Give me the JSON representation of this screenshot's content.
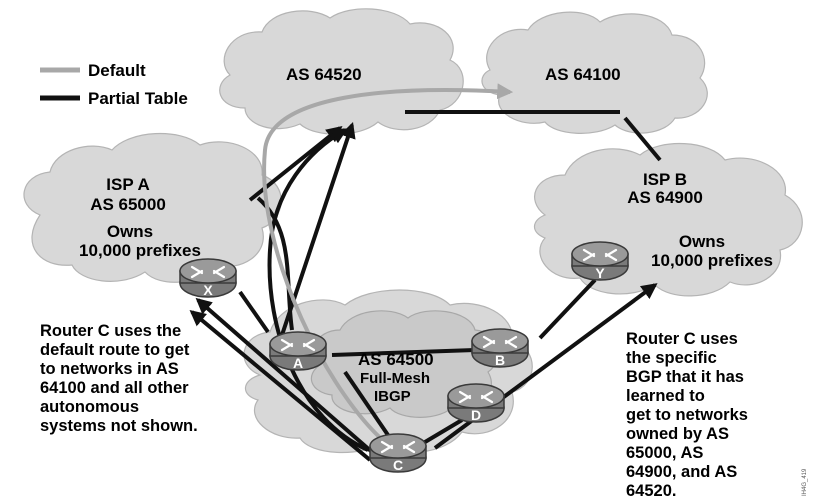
{
  "legend": {
    "default_label": "Default",
    "partial_label": "Partial Table",
    "default_color": "#a8a8a8",
    "partial_color": "#111111"
  },
  "clouds": {
    "as64520": "AS 64520",
    "as64100": "AS 64100",
    "ispa_title": "ISP A",
    "ispa_as": "AS 65000",
    "ispa_owns": "Owns",
    "ispa_prefixes": "10,000 prefixes",
    "ispb_title": "ISP B",
    "ispb_as": "AS 64900",
    "ispb_owns": "Owns",
    "ispb_prefixes": "10,000 prefixes",
    "as64500": "AS 64500",
    "fullmesh": "Full-Mesh",
    "ibgp": "IBGP"
  },
  "routers": {
    "x": "X",
    "y": "Y",
    "a": "A",
    "b": "B",
    "c": "C",
    "d": "D"
  },
  "notes": {
    "left": [
      "Router C uses the",
      "default route to get",
      "to networks in AS",
      "64100 and all other",
      "autonomous",
      "systems not shown."
    ],
    "right": [
      "Router C uses",
      "the specific",
      "BGP that it has",
      "learned to",
      "get to networks",
      "owned by AS",
      "65000, AS",
      "64900, and AS",
      "64520."
    ]
  },
  "figure_id": "IH4G_419"
}
